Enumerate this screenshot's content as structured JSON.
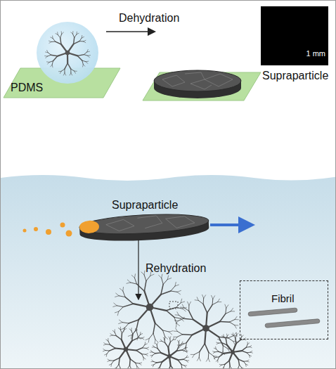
{
  "diagram": {
    "nodes": [
      {
        "text": [
          "PDMS"
        ]
      },
      {
        "text": [
          "1 mm",
          "Supraparticle"
        ]
      },
      {
        "text": [
          "Fibril"
        ]
      }
    ],
    "labels": [
      "Dehydration",
      "Supraparticle",
      "Rehydration"
    ]
  }
}
